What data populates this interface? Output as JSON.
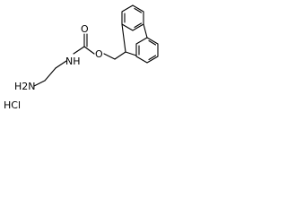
{
  "molecule": {
    "atoms": {
      "carbonyl_oxygen": "O",
      "ester_oxygen": "O",
      "amide_nitrogen": "NH",
      "amine_nitrogen": "H2N",
      "chloride": "HCl"
    }
  },
  "colors": {
    "bond": "#000000",
    "text": "#000000",
    "background": "#ffffff"
  }
}
